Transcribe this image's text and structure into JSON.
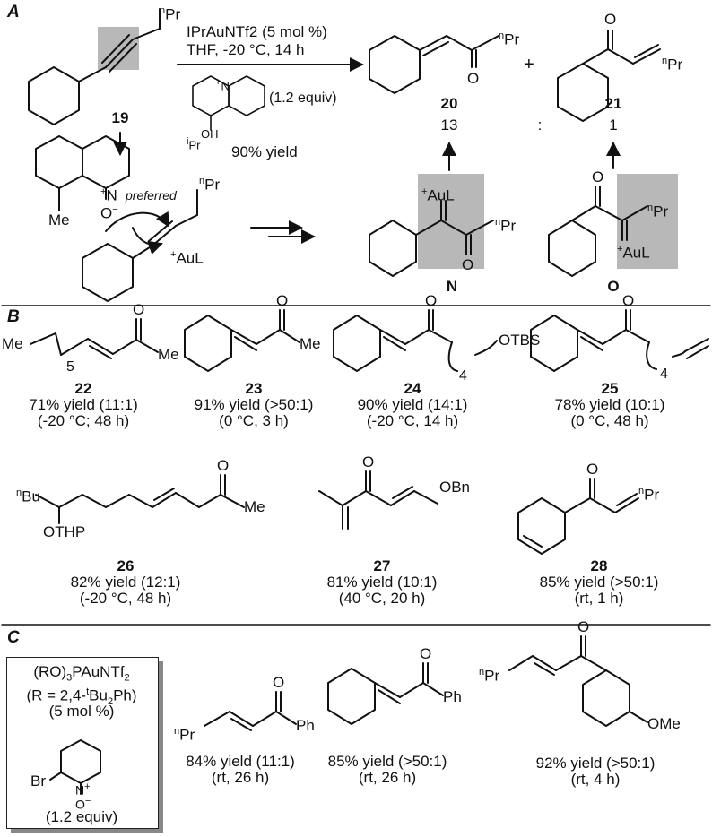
{
  "sections": {
    "a": "A",
    "b": "B",
    "c": "C"
  },
  "part_a": {
    "catalyst": "IPrAuNTf2 (5 mol %)",
    "conditions": "THF, -20 °C, 14 h",
    "reagent_equiv": "(1.2 equiv)",
    "yield": "90% yield",
    "ratio_20": "13",
    "ratio_sep": ":",
    "ratio_21": "1",
    "preferred": "preferred",
    "compounds": {
      "c19": "19",
      "c20": "20",
      "c21": "21",
      "cN": "N",
      "cO": "O"
    },
    "labels": {
      "pr": "Pr",
      "n": "n",
      "i": "i",
      "o": "O",
      "oh": "OH",
      "plus": "+",
      "minus": "−",
      "me": "Me",
      "aul": "AuL",
      "N": "N"
    }
  },
  "part_b": {
    "compounds": [
      {
        "id": "22",
        "yield": "71% yield (11:1)",
        "cond": "(-20 °C; 48 h)"
      },
      {
        "id": "23",
        "yield": "91% yield (>50:1)",
        "cond": "(0 °C, 3 h)"
      },
      {
        "id": "24",
        "yield": "90% yield (14:1)",
        "cond": "(-20 °C, 14 h)"
      },
      {
        "id": "25",
        "yield": "78% yield (10:1)",
        "cond": "(0 °C, 48 h)"
      },
      {
        "id": "26",
        "yield": "82% yield (12:1)",
        "cond": "(-20 °C, 48 h)"
      },
      {
        "id": "27",
        "yield": "81% yield (10:1)",
        "cond": "(40 °C, 20 h)"
      },
      {
        "id": "28",
        "yield": "85% yield (>50:1)",
        "cond": "(rt, 1 h)"
      }
    ],
    "labels": {
      "me": "Me",
      "five": "5",
      "four": "4",
      "otbs": "OTBS",
      "bu": "Bu",
      "othp": "OTHP",
      "obn": "OBn",
      "pr": "Pr",
      "o": "O",
      "n": "n"
    }
  },
  "part_c": {
    "catalyst_line1": "(RO)",
    "catalyst_line1_sub": "3",
    "catalyst_line1_rest": "PAuNTf",
    "catalyst_line1_sub2": "2",
    "catalyst_line2a": "(R = 2,4-",
    "catalyst_line2_sup": "t",
    "catalyst_line2b": "Bu",
    "catalyst_line2_sub": "2",
    "catalyst_line2c": "Ph)",
    "catalyst_loading": "(5 mol %)",
    "oxidant_equiv": "(1.2 equiv)",
    "labels": {
      "br": "Br",
      "n": "N",
      "o": "O",
      "plus": "+",
      "minus": "−",
      "ph": "Ph",
      "ome": "OMe",
      "pr": "Pr",
      "nsup": "n"
    },
    "products": [
      {
        "yield": "84% yield (11:1)",
        "cond": "(rt, 26 h)"
      },
      {
        "yield": "85% yield (>50:1)",
        "cond": "(rt, 26 h)"
      },
      {
        "yield": "92% yield (>50:1)",
        "cond": "(rt, 4 h)"
      }
    ]
  }
}
